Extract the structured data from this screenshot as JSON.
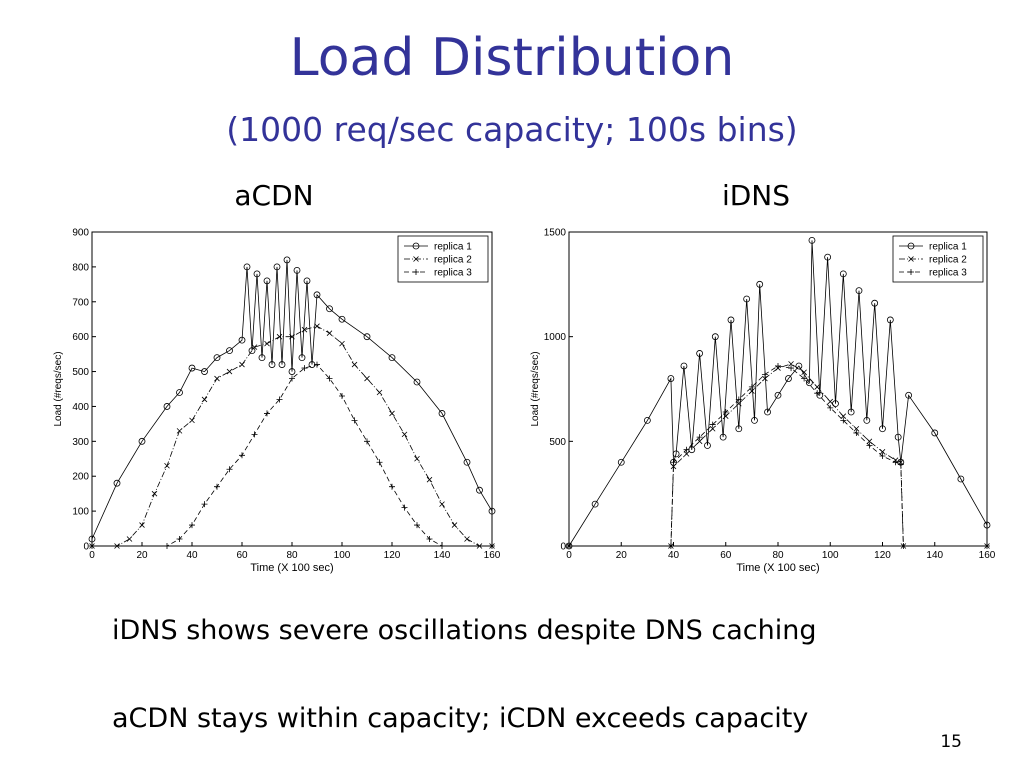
{
  "slide": {
    "title": "Load Distribution",
    "subtitle": "(1000 req/sec capacity; 100s bins)",
    "bullets": [
      "iDNS shows severe oscillations despite DNS caching",
      "aCDN stays within capacity; iCDN exceeds capacity"
    ],
    "page_number": "15",
    "colors": {
      "title": "#333399",
      "text": "#000000"
    }
  },
  "chart_data": [
    {
      "type": "line",
      "title": "aCDN",
      "xlabel": "Time (X 100 sec)",
      "ylabel": "Load (#reqs/sec)",
      "xlim": [
        0,
        160
      ],
      "ylim": [
        0,
        900
      ],
      "xticks": [
        0,
        20,
        40,
        60,
        80,
        100,
        120,
        140,
        160
      ],
      "yticks": [
        0,
        100,
        200,
        300,
        400,
        500,
        600,
        700,
        800,
        900
      ],
      "legend": "top-right",
      "series": [
        {
          "name": "replica 1",
          "marker": "circle",
          "dash": "solid",
          "x": [
            0,
            10,
            20,
            30,
            35,
            40,
            45,
            50,
            55,
            60,
            62,
            64,
            66,
            68,
            70,
            72,
            74,
            76,
            78,
            80,
            82,
            84,
            86,
            88,
            90,
            95,
            100,
            110,
            120,
            130,
            140,
            150,
            155,
            160
          ],
          "y": [
            20,
            180,
            300,
            400,
            440,
            510,
            500,
            540,
            560,
            590,
            800,
            560,
            780,
            540,
            760,
            520,
            800,
            520,
            820,
            500,
            790,
            540,
            760,
            520,
            720,
            680,
            650,
            600,
            540,
            470,
            380,
            240,
            160,
            100
          ]
        },
        {
          "name": "replica 2",
          "marker": "x",
          "dash": "dashdot",
          "x": [
            0,
            10,
            15,
            20,
            25,
            30,
            35,
            40,
            45,
            50,
            55,
            60,
            65,
            70,
            75,
            80,
            85,
            90,
            95,
            100,
            105,
            110,
            115,
            120,
            125,
            130,
            135,
            140,
            145,
            150,
            155,
            160
          ],
          "y": [
            0,
            0,
            20,
            60,
            150,
            230,
            330,
            360,
            420,
            480,
            500,
            520,
            570,
            580,
            600,
            600,
            620,
            630,
            610,
            580,
            520,
            480,
            440,
            380,
            320,
            250,
            190,
            120,
            60,
            20,
            0,
            0
          ]
        },
        {
          "name": "replica 3",
          "marker": "plus",
          "dash": "dashed",
          "x": [
            0,
            30,
            35,
            40,
            45,
            50,
            55,
            60,
            65,
            70,
            75,
            80,
            85,
            90,
            95,
            100,
            105,
            110,
            115,
            120,
            125,
            130,
            135,
            140,
            160
          ],
          "y": [
            0,
            0,
            20,
            60,
            120,
            170,
            220,
            260,
            320,
            380,
            420,
            480,
            510,
            520,
            480,
            430,
            360,
            300,
            240,
            170,
            110,
            60,
            20,
            0,
            0
          ]
        }
      ]
    },
    {
      "type": "line",
      "title": "iDNS",
      "xlabel": "Time (X 100 sec)",
      "ylabel": "Load (#reqs/sec)",
      "xlim": [
        0,
        160
      ],
      "ylim": [
        0,
        1500
      ],
      "xticks": [
        0,
        20,
        40,
        60,
        80,
        100,
        120,
        140,
        160
      ],
      "yticks": [
        0,
        500,
        1000,
        1500
      ],
      "legend": "top-right",
      "series": [
        {
          "name": "replica 1",
          "marker": "circle",
          "dash": "solid",
          "x": [
            0,
            10,
            20,
            30,
            39,
            40,
            41,
            44,
            47,
            50,
            53,
            56,
            59,
            62,
            65,
            68,
            71,
            73,
            76,
            80,
            84,
            88,
            92,
            93,
            96,
            99,
            102,
            105,
            108,
            111,
            114,
            117,
            120,
            123,
            126,
            127,
            130,
            140,
            150,
            160
          ],
          "y": [
            0,
            200,
            400,
            600,
            800,
            400,
            440,
            860,
            460,
            920,
            480,
            1000,
            520,
            1080,
            560,
            1180,
            600,
            1250,
            640,
            720,
            800,
            860,
            780,
            1460,
            720,
            1380,
            680,
            1300,
            640,
            1220,
            600,
            1160,
            560,
            1080,
            520,
            400,
            720,
            540,
            320,
            100
          ]
        },
        {
          "name": "replica 2",
          "marker": "x",
          "dash": "dashdot",
          "x": [
            0,
            39,
            40,
            45,
            50,
            55,
            60,
            65,
            70,
            75,
            80,
            85,
            90,
            95,
            100,
            105,
            110,
            115,
            120,
            125,
            127,
            128,
            160
          ],
          "y": [
            0,
            0,
            380,
            440,
            500,
            560,
            620,
            680,
            740,
            800,
            850,
            870,
            830,
            760,
            690,
            620,
            560,
            500,
            450,
            410,
            400,
            0,
            0
          ]
        },
        {
          "name": "replica 3",
          "marker": "plus",
          "dash": "dashed",
          "x": [
            0,
            39,
            40,
            45,
            50,
            55,
            60,
            65,
            70,
            75,
            80,
            85,
            90,
            95,
            100,
            105,
            110,
            115,
            120,
            125,
            127,
            128,
            160
          ],
          "y": [
            0,
            0,
            400,
            460,
            520,
            580,
            640,
            700,
            760,
            820,
            860,
            850,
            800,
            730,
            660,
            600,
            540,
            480,
            430,
            400,
            390,
            0,
            0
          ]
        }
      ]
    }
  ]
}
